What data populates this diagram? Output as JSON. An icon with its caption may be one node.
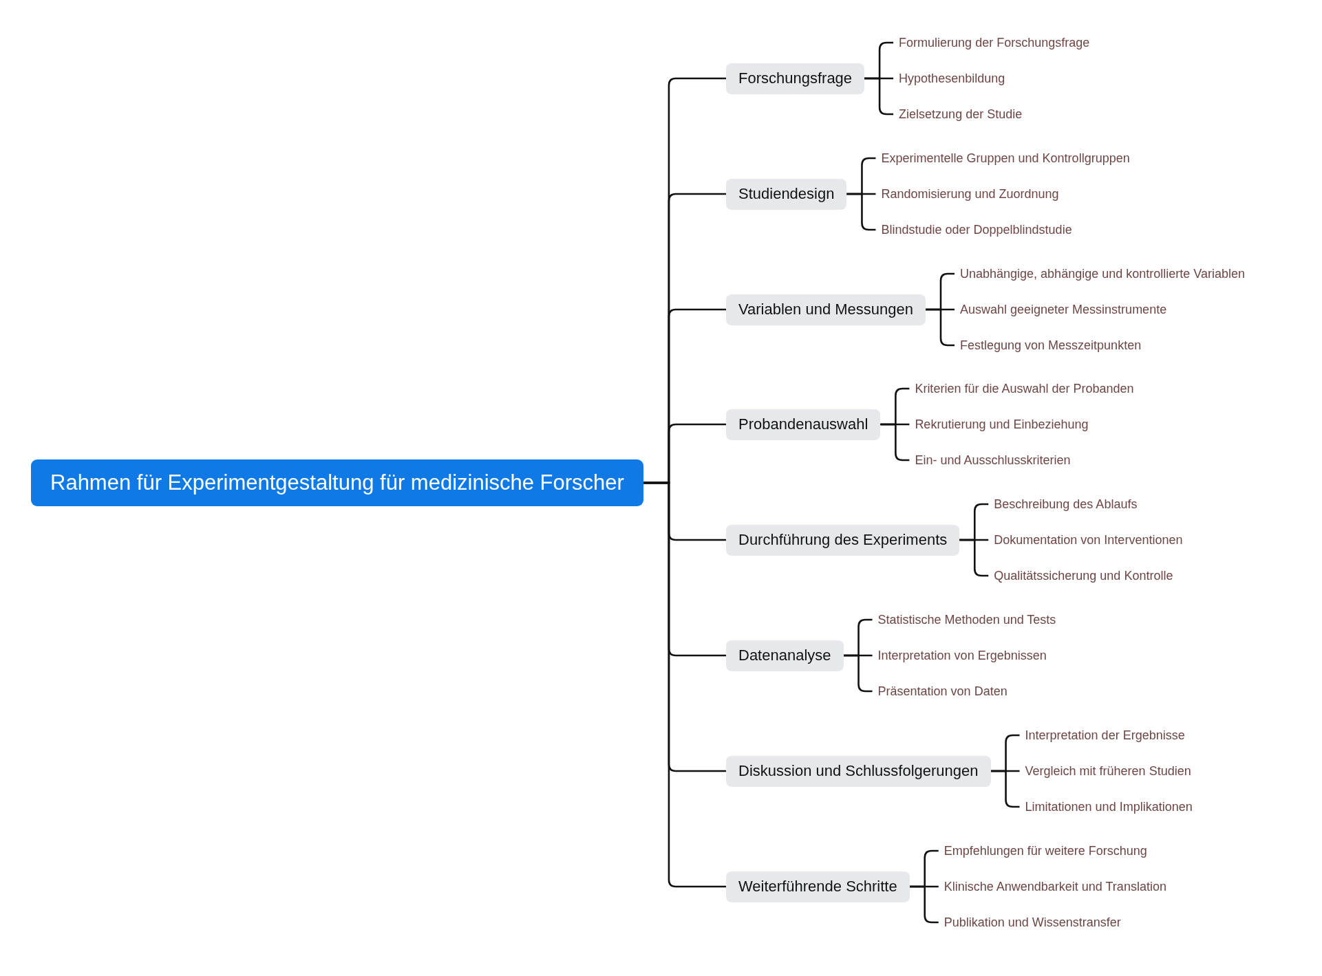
{
  "diagram": {
    "nodes": [
      {
        "text": [
          "Rahmen für Experimentgestaltung für medizinische Forscher"
        ]
      },
      {
        "text": [
          "Forschungsfrage"
        ]
      },
      {
        "text": [
          "Formulierung der Forschungsfrage"
        ]
      },
      {
        "text": [
          "Hypothesenbildung"
        ]
      },
      {
        "text": [
          "Zielsetzung der Studie"
        ]
      },
      {
        "text": [
          "Studiendesign"
        ]
      },
      {
        "text": [
          "Experimentelle Gruppen und Kontrollgruppen"
        ]
      },
      {
        "text": [
          "Randomisierung und Zuordnung"
        ]
      },
      {
        "text": [
          "Blindstudie oder Doppelblindstudie"
        ]
      },
      {
        "text": [
          "Variablen und Messungen"
        ]
      },
      {
        "text": [
          "Unabhängige, abhängige und kontrollierte Variablen"
        ]
      },
      {
        "text": [
          "Auswahl geeigneter Messinstrumente"
        ]
      },
      {
        "text": [
          "Festlegung von Messzeitpunkten"
        ]
      },
      {
        "text": [
          "Probandenauswahl"
        ]
      },
      {
        "text": [
          "Kriterien für die Auswahl der Probanden"
        ]
      },
      {
        "text": [
          "Rekrutierung und Einbeziehung"
        ]
      },
      {
        "text": [
          "Ein- und Ausschlusskriterien"
        ]
      },
      {
        "text": [
          "Durchführung des Experiments"
        ]
      },
      {
        "text": [
          "Beschreibung des Ablaufs"
        ]
      },
      {
        "text": [
          "Dokumentation von Interventionen"
        ]
      },
      {
        "text": [
          "Qualitätssicherung und Kontrolle"
        ]
      },
      {
        "text": [
          "Datenanalyse"
        ]
      },
      {
        "text": [
          "Statistische Methoden und Tests"
        ]
      },
      {
        "text": [
          "Interpretation von Ergebnissen"
        ]
      },
      {
        "text": [
          "Präsentation von Daten"
        ]
      },
      {
        "text": [
          "Diskussion und Schlussfolgerungen"
        ]
      },
      {
        "text": [
          "Interpretation der Ergebnisse"
        ]
      },
      {
        "text": [
          "Vergleich mit früheren Studien"
        ]
      },
      {
        "text": [
          "Limitationen und Implikationen"
        ]
      },
      {
        "text": [
          "Weiterführende Schritte"
        ]
      },
      {
        "text": [
          "Empfehlungen für weitere Forschung"
        ]
      },
      {
        "text": [
          "Klinische Anwendbarkeit und Translation"
        ]
      },
      {
        "text": [
          "Publikation und Wissenstransfer"
        ]
      }
    ],
    "edges": [
      {
        "from": 0,
        "to": 1,
        "arrow": "none"
      },
      {
        "from": 1,
        "to": 2,
        "arrow": "none"
      },
      {
        "from": 1,
        "to": 3,
        "arrow": "none"
      },
      {
        "from": 1,
        "to": 4,
        "arrow": "none"
      },
      {
        "from": 0,
        "to": 5,
        "arrow": "none"
      },
      {
        "from": 5,
        "to": 6,
        "arrow": "none"
      },
      {
        "from": 5,
        "to": 7,
        "arrow": "none"
      },
      {
        "from": 5,
        "to": 8,
        "arrow": "none"
      },
      {
        "from": 0,
        "to": 9,
        "arrow": "none"
      },
      {
        "from": 9,
        "to": 10,
        "arrow": "none"
      },
      {
        "from": 9,
        "to": 11,
        "arrow": "none"
      },
      {
        "from": 9,
        "to": 12,
        "arrow": "none"
      },
      {
        "from": 0,
        "to": 13,
        "arrow": "none"
      },
      {
        "from": 13,
        "to": 14,
        "arrow": "none"
      },
      {
        "from": 13,
        "to": 15,
        "arrow": "none"
      },
      {
        "from": 13,
        "to": 16,
        "arrow": "none"
      },
      {
        "from": 0,
        "to": 17,
        "arrow": "none"
      },
      {
        "from": 17,
        "to": 18,
        "arrow": "none"
      },
      {
        "from": 17,
        "to": 19,
        "arrow": "none"
      },
      {
        "from": 17,
        "to": 20,
        "arrow": "none"
      },
      {
        "from": 0,
        "to": 21,
        "arrow": "none"
      },
      {
        "from": 21,
        "to": 22,
        "arrow": "none"
      },
      {
        "from": 21,
        "to": 23,
        "arrow": "none"
      },
      {
        "from": 21,
        "to": 24,
        "arrow": "none"
      },
      {
        "from": 0,
        "to": 25,
        "arrow": "none"
      },
      {
        "from": 25,
        "to": 26,
        "arrow": "none"
      },
      {
        "from": 25,
        "to": 27,
        "arrow": "none"
      },
      {
        "from": 25,
        "to": 28,
        "arrow": "none"
      },
      {
        "from": 0,
        "to": 29,
        "arrow": "none"
      },
      {
        "from": 29,
        "to": 30,
        "arrow": "none"
      },
      {
        "from": 29,
        "to": 31,
        "arrow": "none"
      },
      {
        "from": 29,
        "to": 32,
        "arrow": "none"
      }
    ]
  }
}
